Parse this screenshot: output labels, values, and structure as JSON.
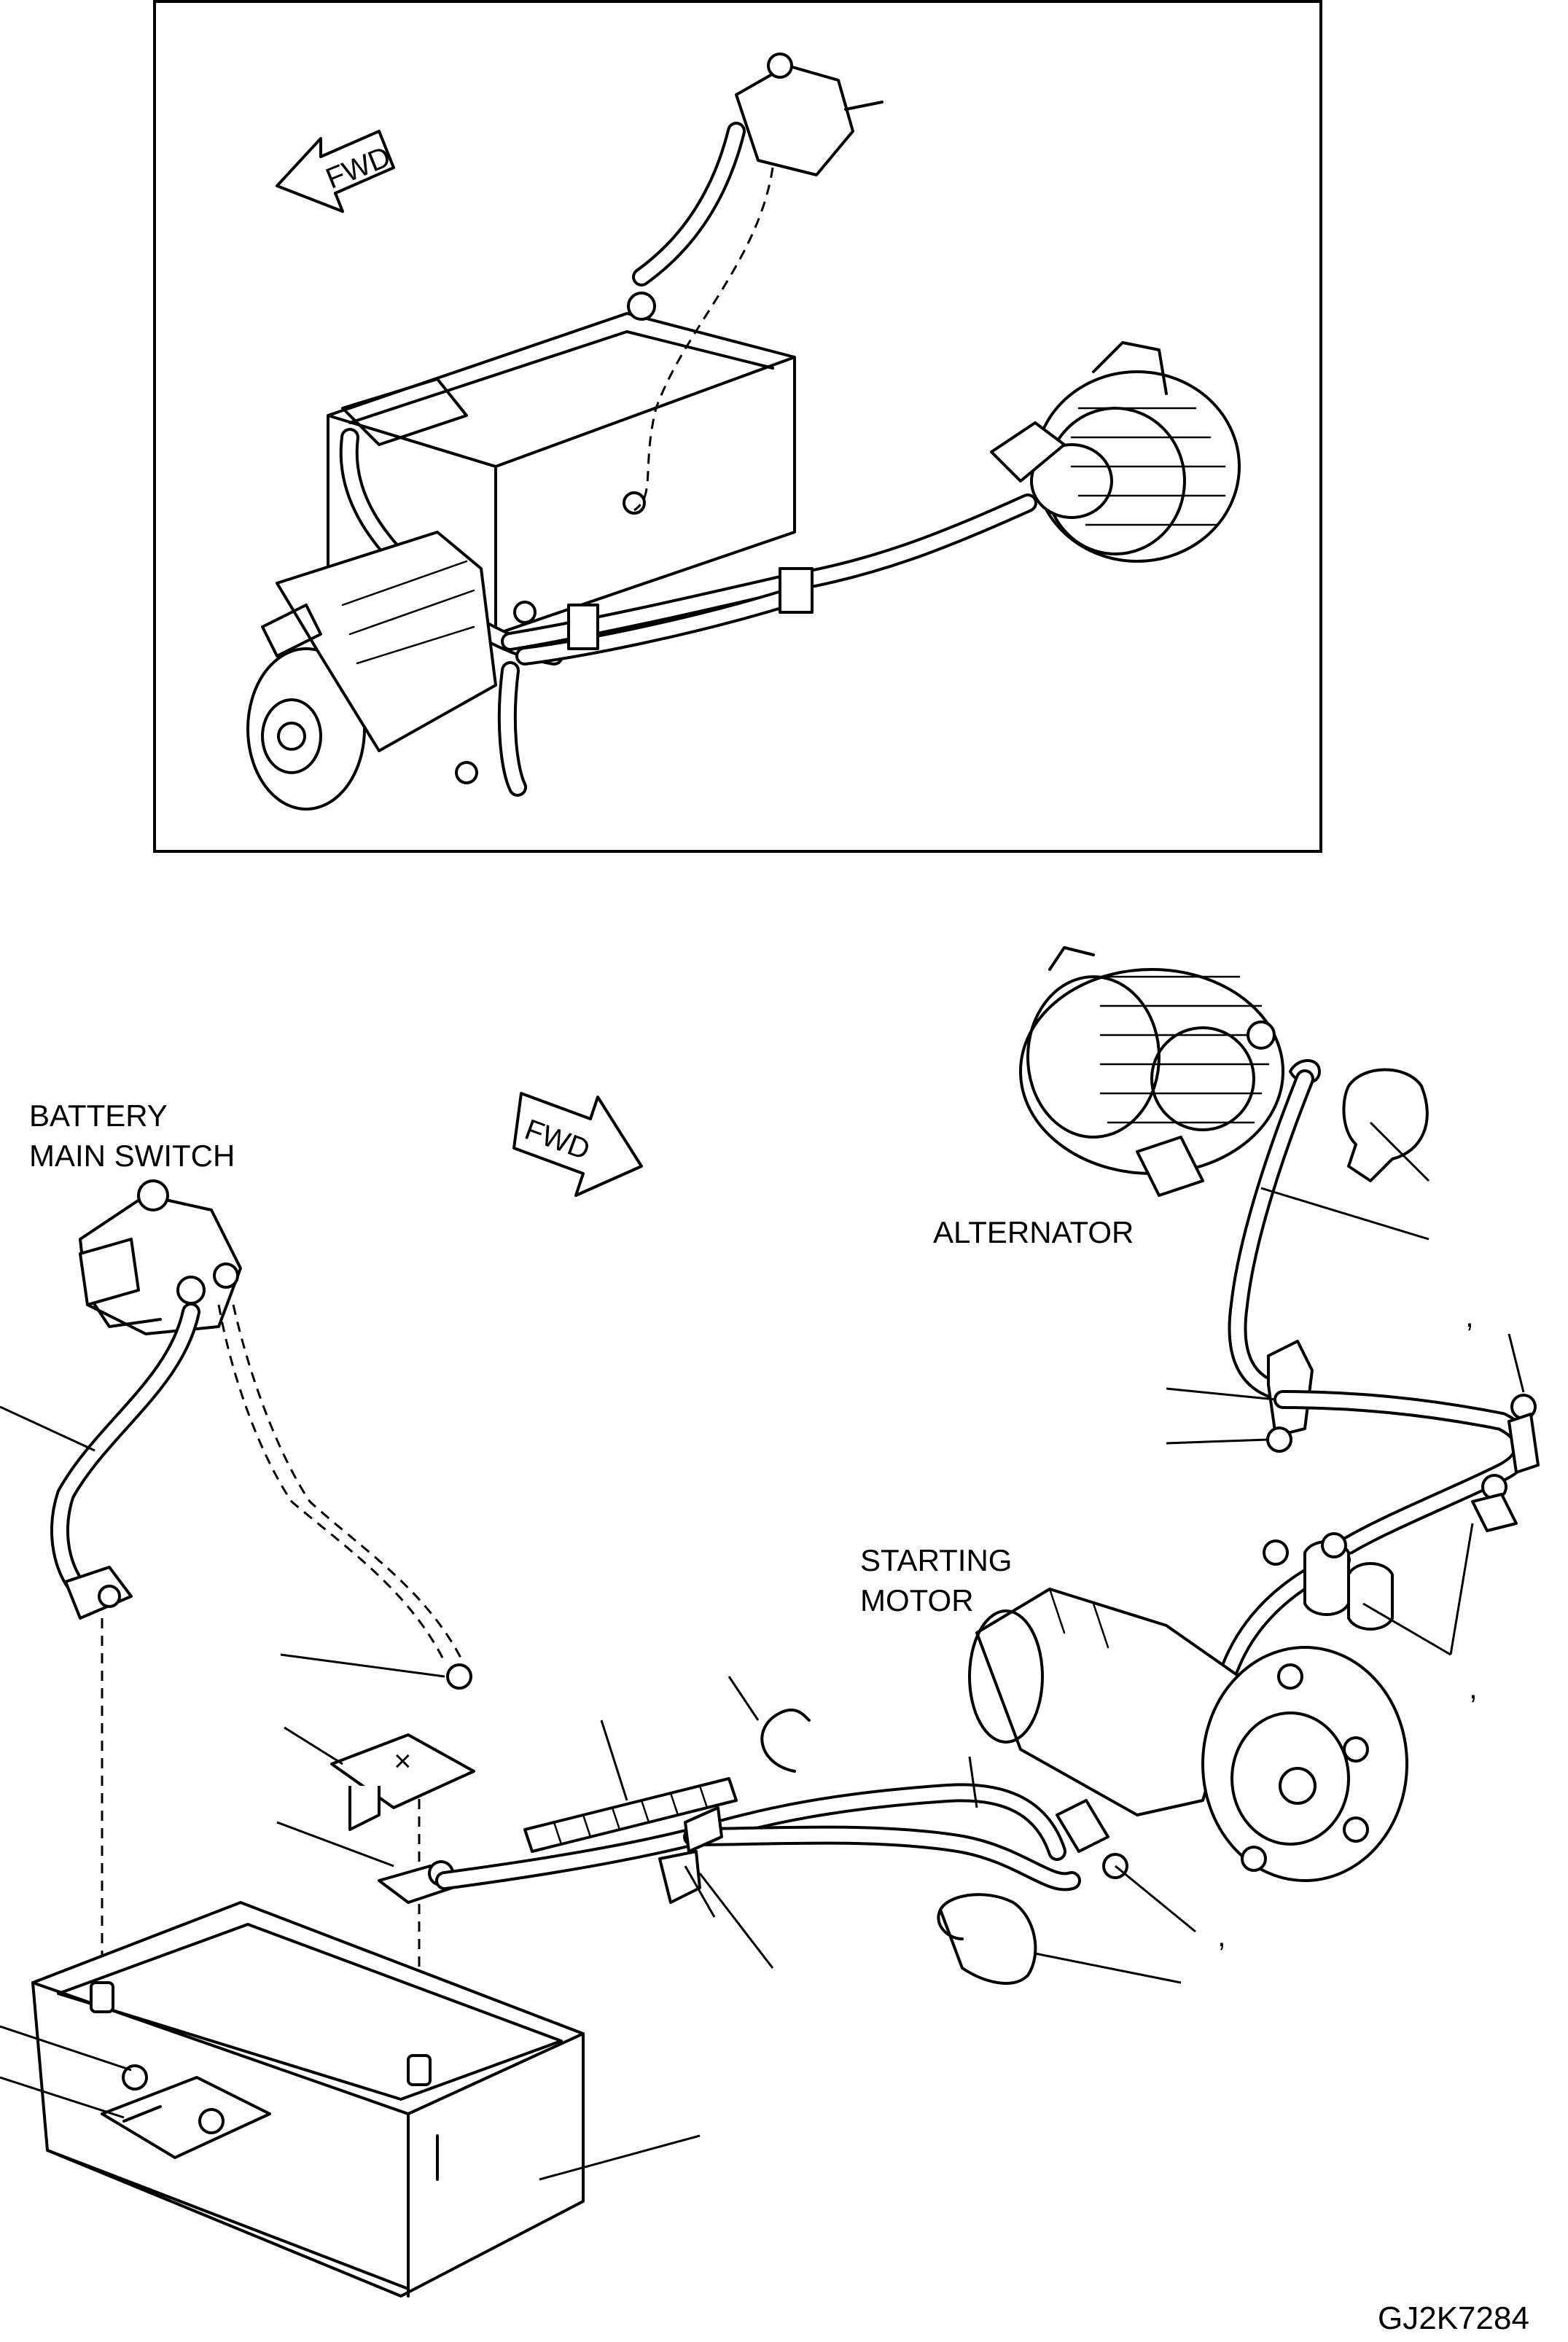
{
  "labels": {
    "battery_main_switch_line1": "BATTERY",
    "battery_main_switch_line2": "MAIN SWITCH",
    "alternator": "ALTERNATOR",
    "starting_motor_line1": "STARTING",
    "starting_motor_line2": "MOTOR",
    "fwd_top": "FWD",
    "fwd_bottom": "FWD",
    "drawing_code": "GJ2K7284",
    "comma_1": ",",
    "comma_2": ",",
    "comma_3": ","
  },
  "icons": {
    "fwd_arrow": "fwd-arrow-icon"
  }
}
